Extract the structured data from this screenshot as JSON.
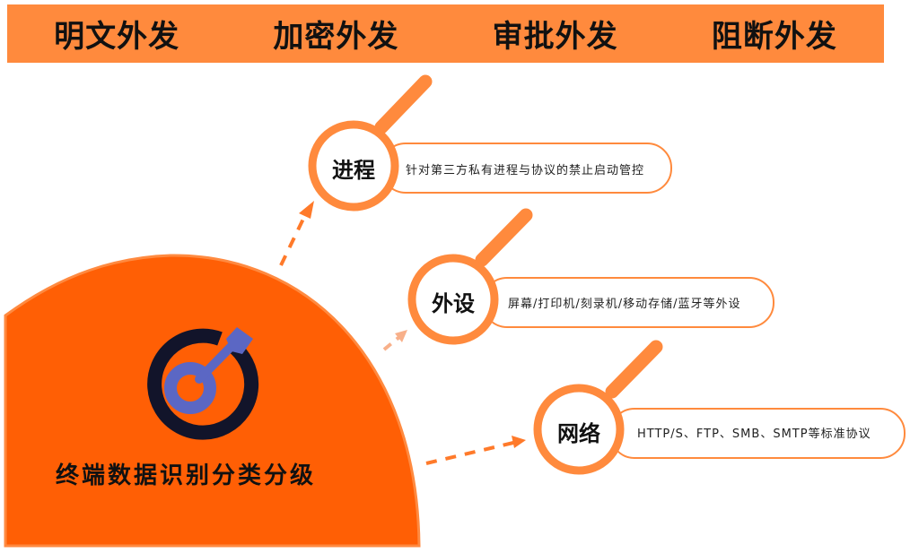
{
  "header": {
    "items": [
      "明文外发",
      "加密外发",
      "审批外发",
      "阻断外发"
    ]
  },
  "main": {
    "title": "终端数据识别分类分级",
    "icon": "target-arrow-icon"
  },
  "nodes": [
    {
      "label": "进程",
      "desc": "针对第三方私有进程与协议的禁止启动管控"
    },
    {
      "label": "外设",
      "desc": "屏幕/打印机/刻录机/移动存储/蓝牙等外设"
    },
    {
      "label": "网络",
      "desc": "HTTP/S、FTP、SMB、SMTP等标准协议"
    }
  ],
  "colors": {
    "bar": "#FF8A3D",
    "main": "#FF5F05",
    "ring": "#FF8A3D"
  }
}
